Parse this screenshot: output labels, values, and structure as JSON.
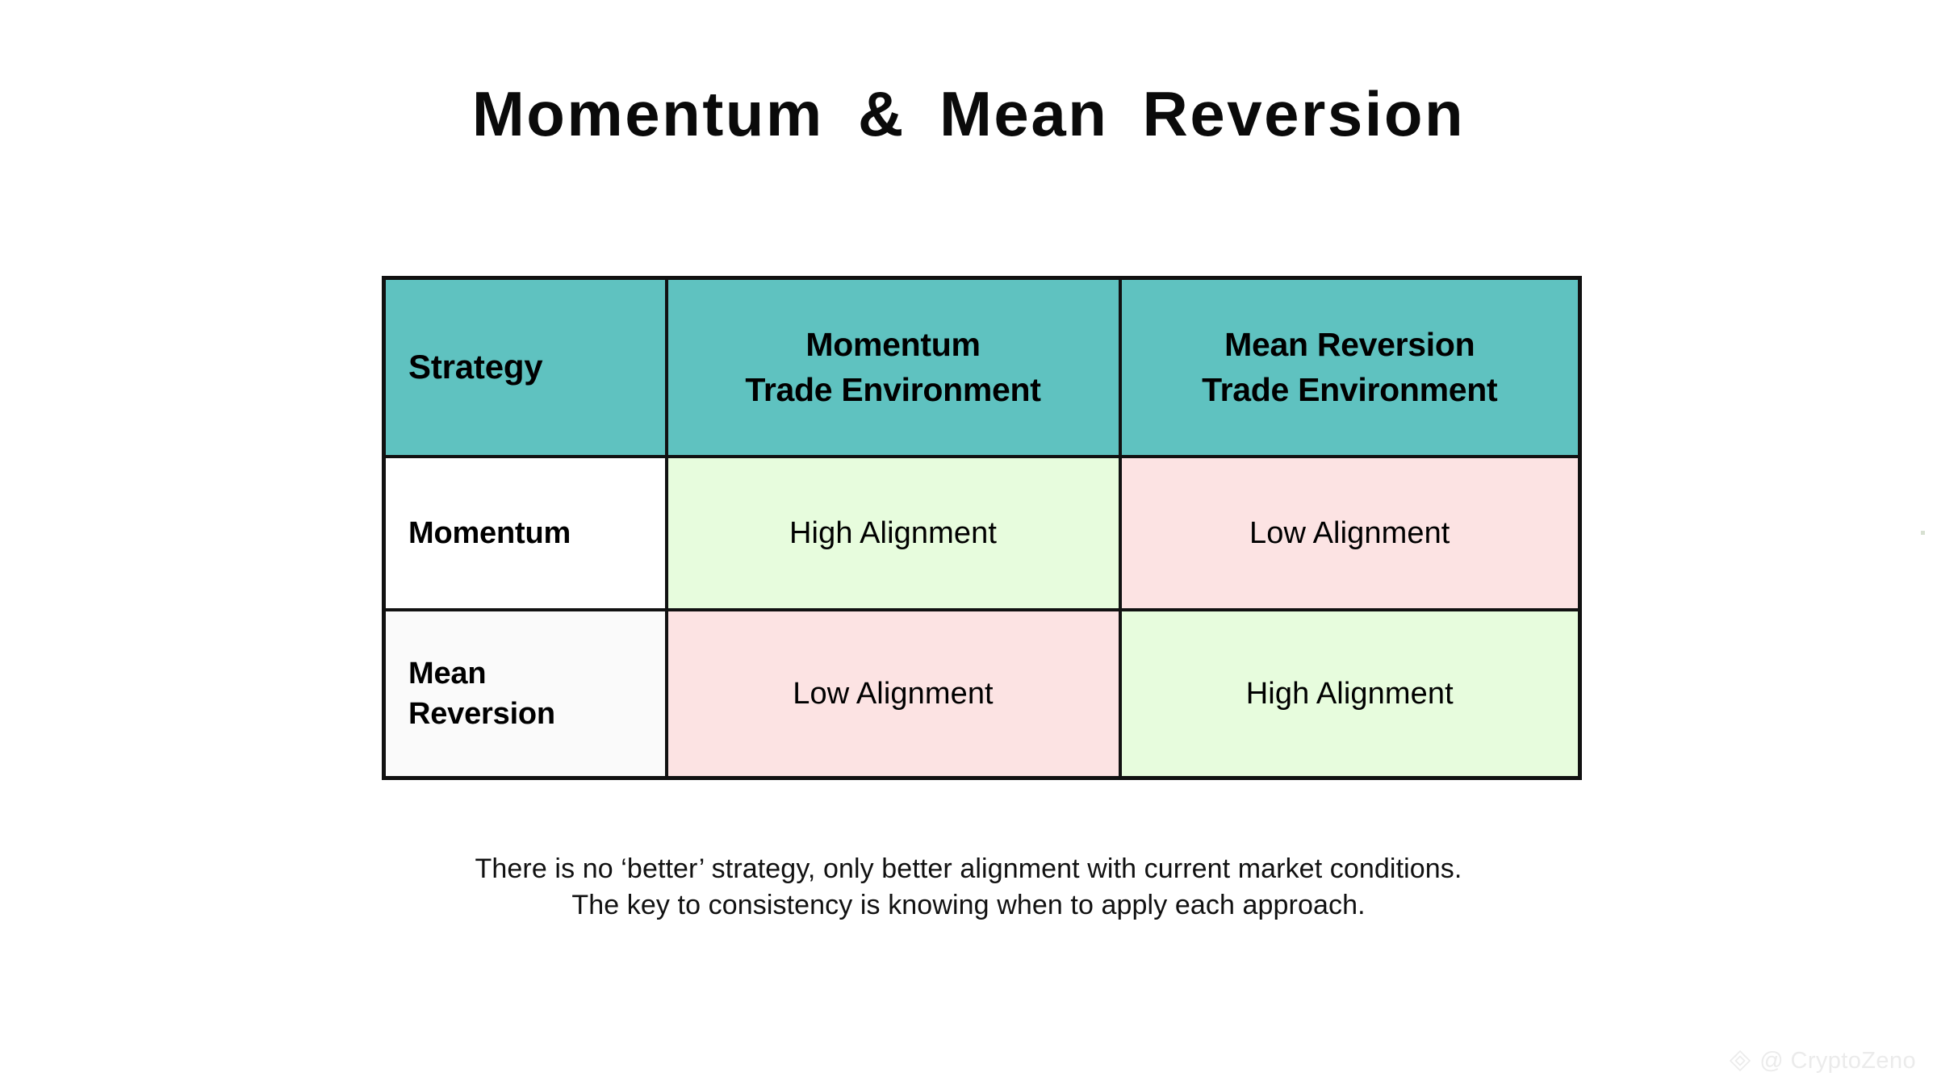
{
  "title": "Momentum  &  Mean  Reversion",
  "colors": {
    "header_teal": "#5FC2C0",
    "high_alignment_green": "#E7FCDD",
    "low_alignment_pink": "#FCE3E3",
    "border_black": "#111111",
    "page_background": "#FFFFFF",
    "watermark_gray": "#EBEBEB"
  },
  "table": {
    "headers": {
      "col1": "Strategy",
      "col2_line1": "Momentum",
      "col2_line2": "Trade Environment",
      "col3_line1": "Mean Reversion",
      "col3_line2": "Trade Environment"
    },
    "rows": [
      {
        "label_line1": "Momentum",
        "label_line2": "",
        "momentum_env": "High Alignment",
        "mean_reversion_env": "Low Alignment"
      },
      {
        "label_line1": "Mean",
        "label_line2": "Reversion",
        "momentum_env": "Low Alignment",
        "mean_reversion_env": "High Alignment"
      }
    ]
  },
  "caption": {
    "line1": "There is no ‘better’ strategy, only better alignment with current market conditions.",
    "line2": "The key to consistency is knowing when to apply each approach."
  },
  "watermark": {
    "handle": "@ CryptoZeno",
    "logo": "diamond-logo-icon"
  }
}
